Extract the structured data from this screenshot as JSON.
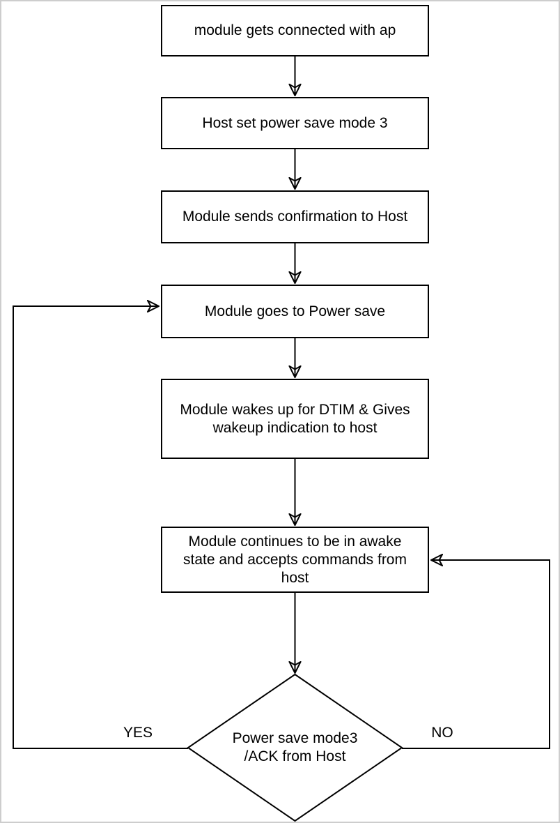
{
  "colors": {
    "background": "#ffffff",
    "page_border": "#cdcdcd",
    "shape_stroke": "#000000",
    "text": "#000000"
  },
  "nodes": [
    {
      "id": "connected",
      "shape": "rect",
      "label": "module gets connected with ap"
    },
    {
      "id": "set-power-save",
      "shape": "rect",
      "label": "Host set power save mode 3"
    },
    {
      "id": "confirmation",
      "shape": "rect",
      "label": "Module sends confirmation to Host"
    },
    {
      "id": "goes-power-save",
      "shape": "rect",
      "label": "Module goes to Power save"
    },
    {
      "id": "wakes-up",
      "shape": "rect",
      "label": "Module wakes up for DTIM & Gives\nwakeup indication to host"
    },
    {
      "id": "awake-state",
      "shape": "rect",
      "label": "Module continues to be in awake\nstate and accepts commands from\nhost"
    },
    {
      "id": "decision",
      "shape": "diamond",
      "label": "Power save mode3\n/ACK from Host"
    }
  ],
  "edges": {
    "yes_label": "YES",
    "no_label": "NO"
  }
}
